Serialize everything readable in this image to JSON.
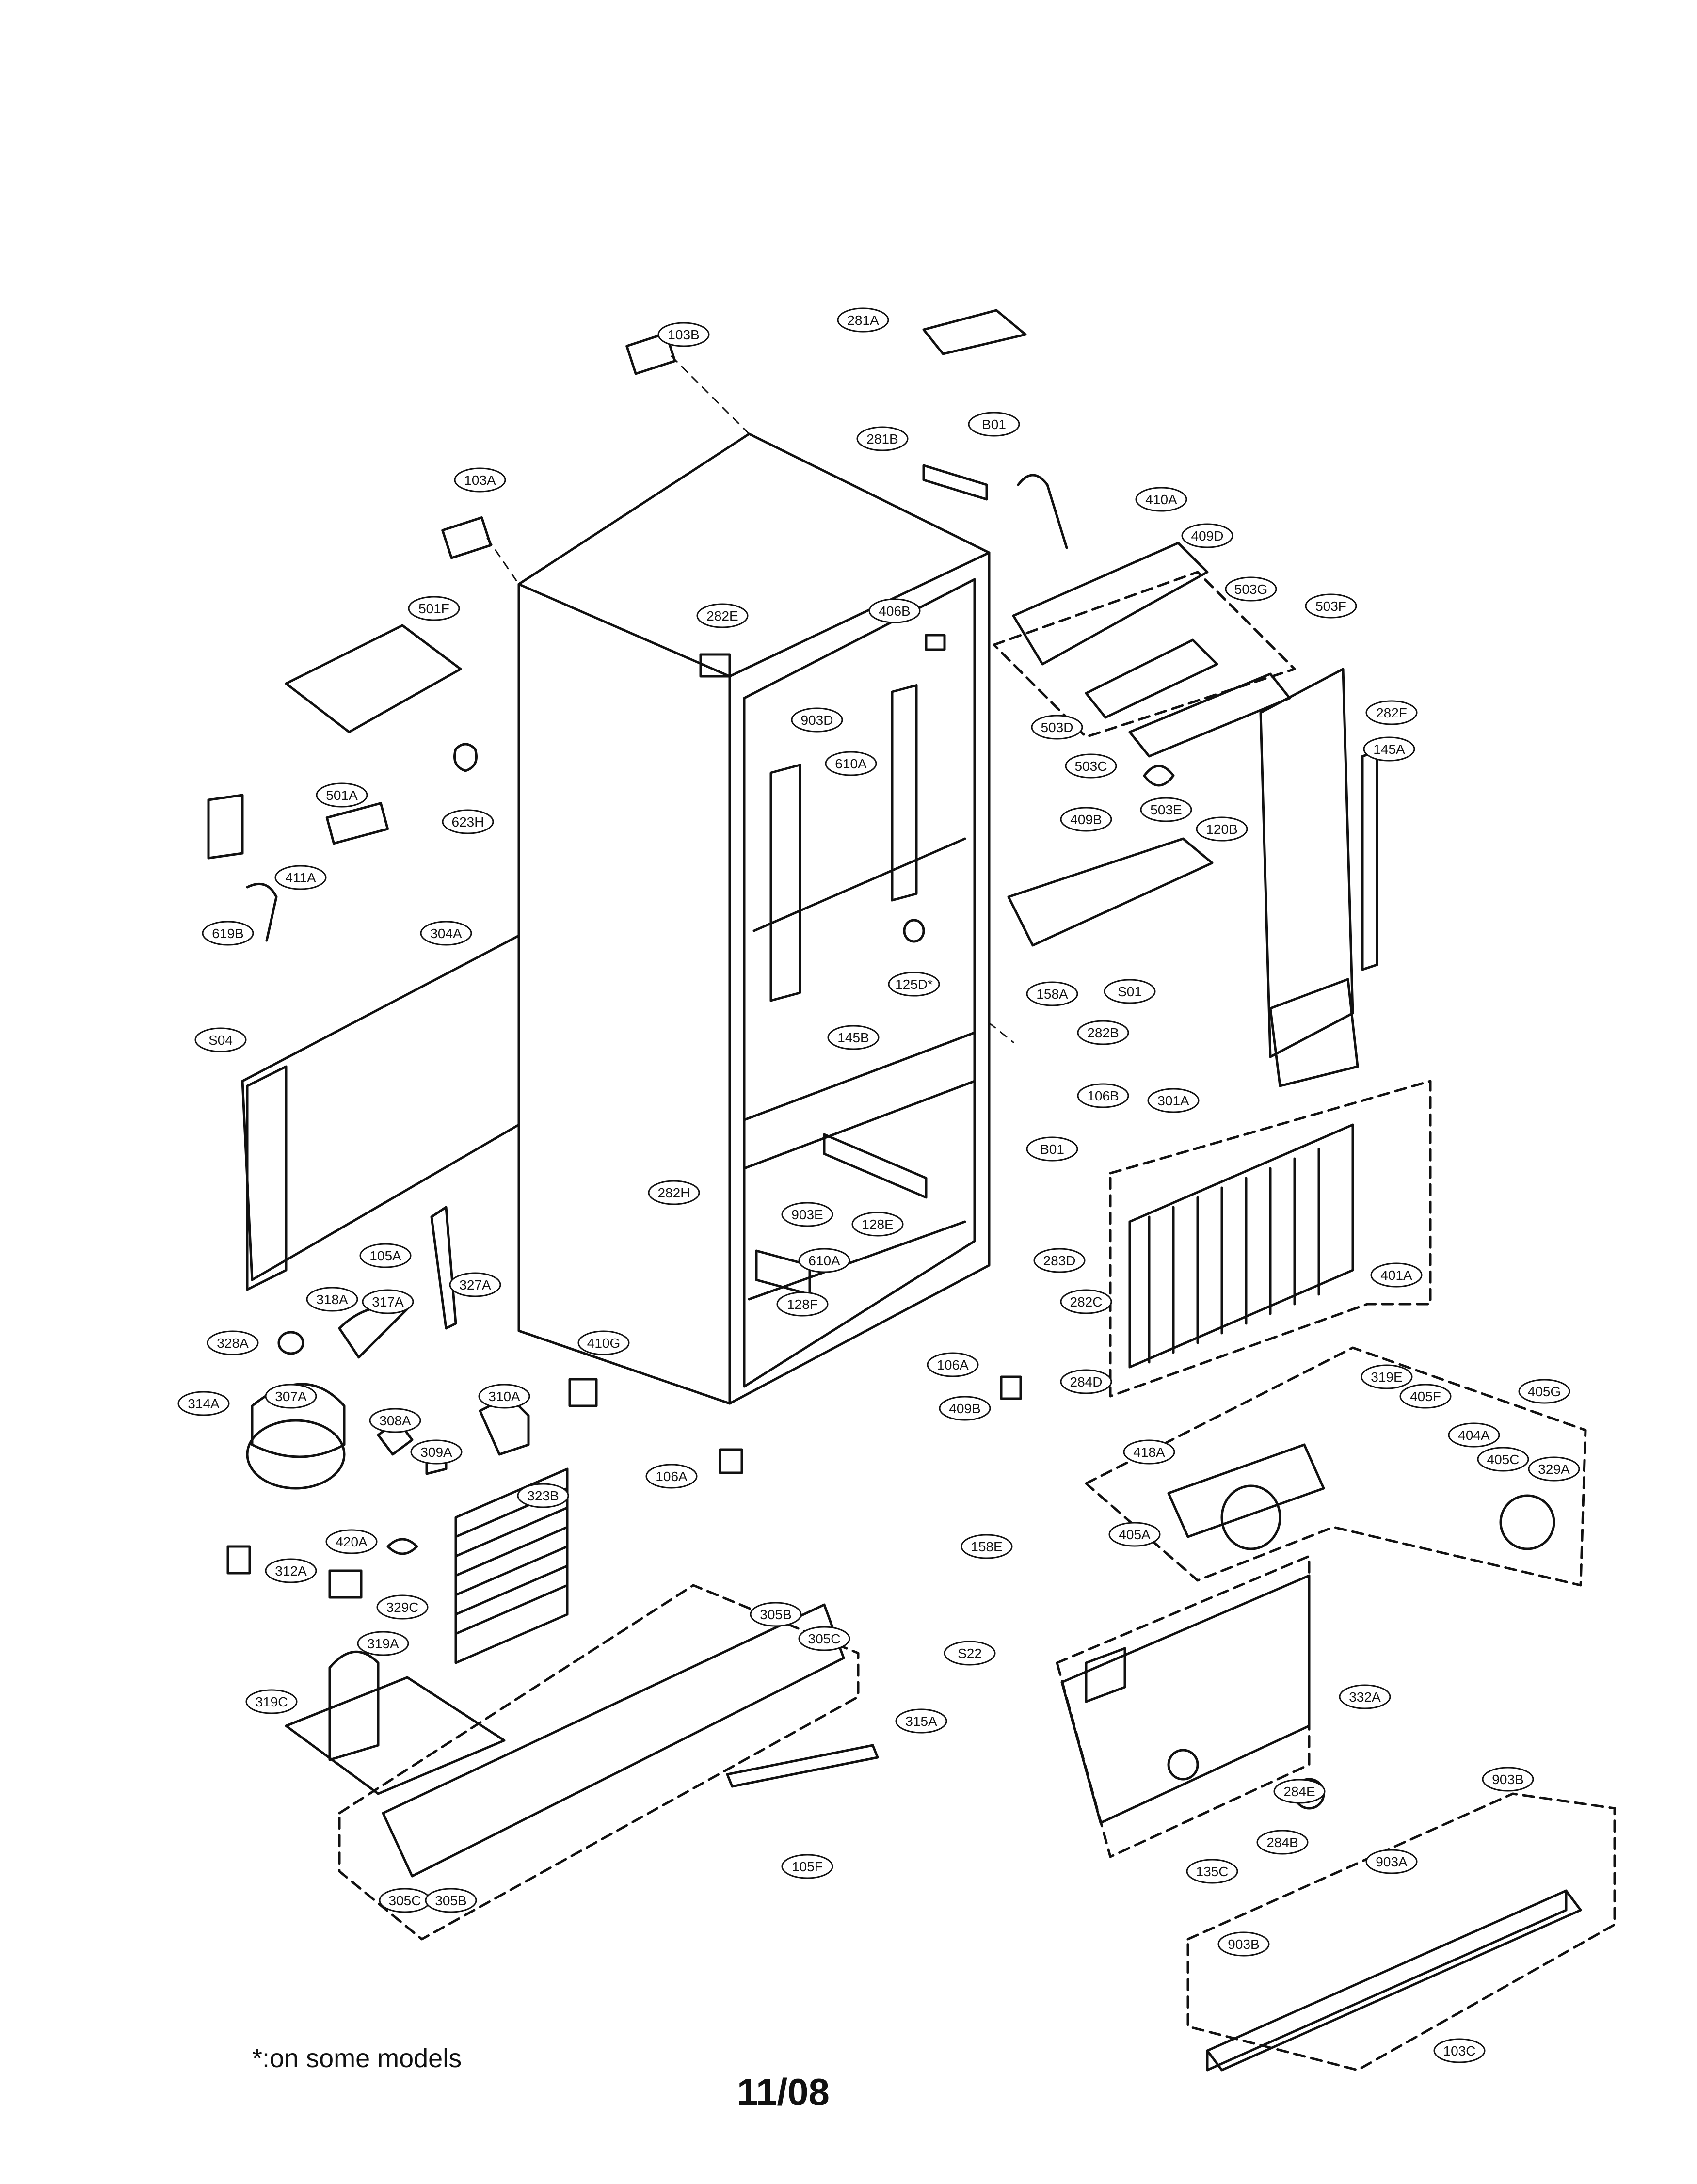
{
  "diagram": {
    "footnote": "*:on some models",
    "page_number": "11/08",
    "part_labels": {
      "103B": "103B",
      "281A": "281A",
      "B01a": "B01",
      "281B": "281B",
      "410A": "410A",
      "103A": "103A",
      "409D": "409D",
      "406B": "406B",
      "282E": "282E",
      "503G": "503G",
      "503F": "503F",
      "501F": "501F",
      "903D": "903D",
      "610Aa": "610A",
      "503D": "503D",
      "503C": "503C",
      "282F": "282F",
      "145A": "145A",
      "623H": "623H",
      "503E": "503E",
      "120B": "120B",
      "501A": "501A",
      "409B": "409B",
      "619B": "619B",
      "411A": "411A",
      "304A": "304A",
      "125D": "125D*",
      "158A": "158A",
      "S01": "S01",
      "S04": "S04",
      "145B": "145B",
      "282B": "282B",
      "106B": "106B",
      "B01b": "B01",
      "301A": "301A",
      "282H": "282H",
      "903E": "903E",
      "128E": "128E",
      "610Ab": "610A",
      "105A": "105A",
      "327A": "327A",
      "401A": "401A",
      "318A": "318A",
      "317A": "317A",
      "283D": "283D",
      "282C": "282C",
      "128F": "128F",
      "328A": "328A",
      "410G": "410G",
      "106Aa": "106A",
      "284D": "284D",
      "314A": "314A",
      "307A": "307A",
      "310A": "310A",
      "319E": "319E",
      "405F": "405F",
      "405G": "405G",
      "418A": "418A",
      "308A": "308A",
      "409Bb": "409B",
      "404A": "404A",
      "405C": "405C",
      "309A": "309A",
      "106Ab": "106A",
      "329A": "329A",
      "323B": "323B",
      "405A": "405A",
      "158E": "158E",
      "312A": "312A",
      "420A": "420A",
      "329C": "329C",
      "305Ba": "305B",
      "305Ca": "305C",
      "S22": "S22",
      "319A": "319A",
      "332A": "332A",
      "319C": "319C",
      "315A": "315A",
      "284E": "284E",
      "903Ba": "903B",
      "284B": "284B",
      "105F": "105F",
      "135C": "135C",
      "903A": "903A",
      "305Cb": "305C",
      "305Bb": "305B",
      "903Bb": "903B",
      "103C": "103C"
    }
  }
}
